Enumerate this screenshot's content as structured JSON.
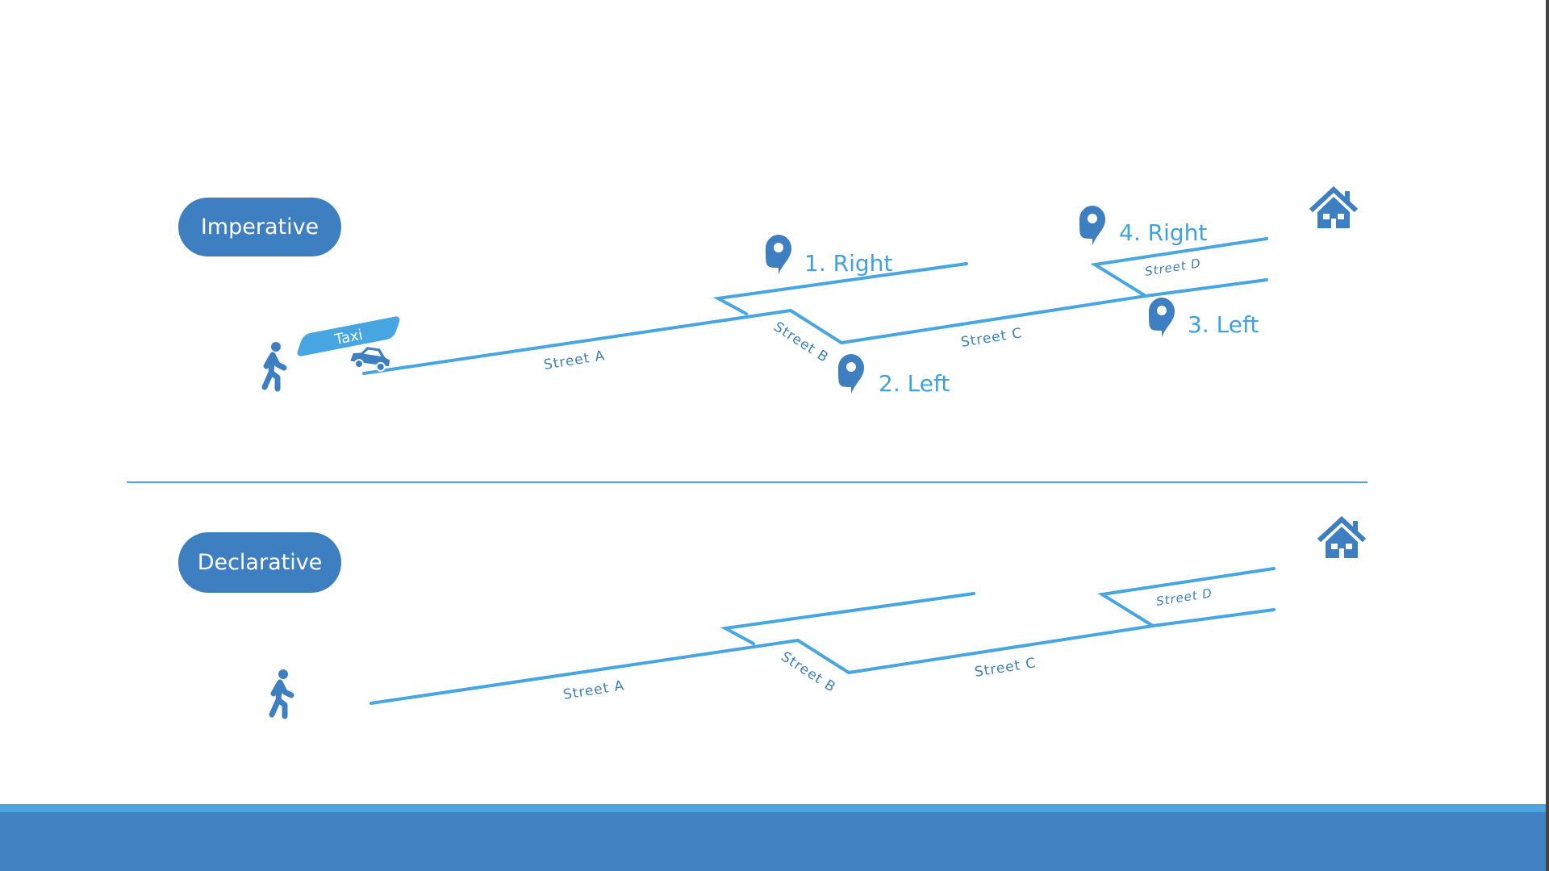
{
  "imperative": {
    "label": "Imperative",
    "taxi": "Taxi",
    "streets": {
      "a": "Street A",
      "b": "Street B",
      "c": "Street C",
      "d": "Street D"
    },
    "steps": [
      "1. Right",
      "2. Left",
      "3. Left",
      "4. Right"
    ]
  },
  "declarative": {
    "label": "Declarative",
    "streets": {
      "a": "Street A",
      "b": "Street B",
      "c": "Street C",
      "d": "Street D"
    }
  },
  "colors": {
    "accent": "#3e7fc1",
    "street": "#47a6e2",
    "footer": "#4282c2"
  }
}
